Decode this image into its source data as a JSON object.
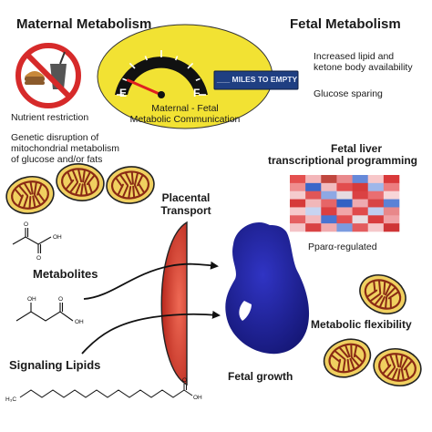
{
  "maternal": {
    "title": "Maternal Metabolism",
    "nutrient_restriction": "Nutrient restriction",
    "genetic_disruption": [
      "Genetic disruption of",
      "mitochondrial metabolism",
      "of glucose and/or fats"
    ]
  },
  "fetal": {
    "title": "Fetal Metabolism",
    "lipid_ketone": [
      "Increased lipid and",
      "ketone body availability"
    ],
    "glucose_sparing": "Glucose sparing",
    "liver_programming": [
      "Fetal liver",
      "transcriptional programming"
    ],
    "ppara": "Pparα-regulated",
    "metabolic_flexibility": "Metabolic flexibility",
    "fetal_growth": "Fetal growth"
  },
  "communication": {
    "label": [
      "Maternal - Fetal",
      "Metabolic Communication"
    ],
    "gauge_e": "E",
    "gauge_f": "F",
    "display": "___ MILES TO EMPTY",
    "fuel_level": 0.02
  },
  "placenta": {
    "label": [
      "Placental",
      "Transport"
    ]
  },
  "left_column": {
    "metabolites": "Metabolites",
    "signaling_lipids": "Signaling Lipids"
  },
  "chemistry": {
    "pyruvate_o1": "O",
    "pyruvate_oh": "OH",
    "pyruvate_o2": "O",
    "hydroxybutyrate_oh1": "OH",
    "hydroxybutyrate_o": "O",
    "hydroxybutyrate_oh2": "OH",
    "fatty_acid_ch3": "H₃C",
    "fatty_acid_o": "O",
    "fatty_acid_oh": "OH"
  },
  "colors": {
    "gauge_ellipse": "#f2e233",
    "placenta": "#d8372a",
    "fetus": "#1c1f92",
    "mito_fill": "#f0d060",
    "mito_cristae": "#8a2a14",
    "no_sign": "#d62a2a",
    "display_bg": "#1f3f82"
  },
  "heatmap": {
    "rows": 7,
    "cols": 7,
    "cells": [
      [
        "#e4504f",
        "#f3b6b9",
        "#c0473f",
        "#e9898c",
        "#6689d9",
        "#f7c7c9",
        "#d9393a"
      ],
      [
        "#ef8e8f",
        "#3a66c9",
        "#f2bcbf",
        "#e24d4e",
        "#d63b3b",
        "#9fb7ea",
        "#ec7d80"
      ],
      [
        "#f5cccd",
        "#e05657",
        "#8ea8e4",
        "#e5dbe0",
        "#da4243",
        "#e96e71",
        "#f8d6d8"
      ],
      [
        "#d63a3a",
        "#f1b7b9",
        "#e66567",
        "#3261c4",
        "#eeaab0",
        "#d84445",
        "#5b82d6"
      ],
      [
        "#f6c9cb",
        "#c7d4f1",
        "#dc3f40",
        "#f1a5a8",
        "#e04a4b",
        "#bfcdef",
        "#e8888a"
      ],
      [
        "#e56062",
        "#f3b9bc",
        "#4a74d1",
        "#e24f51",
        "#e9dde2",
        "#d93d3e",
        "#f0a2a6"
      ],
      [
        "#f4c4c7",
        "#d94243",
        "#f1abae",
        "#7b9bdf",
        "#e35c5e",
        "#f5c8ca",
        "#cf3536"
      ]
    ]
  }
}
